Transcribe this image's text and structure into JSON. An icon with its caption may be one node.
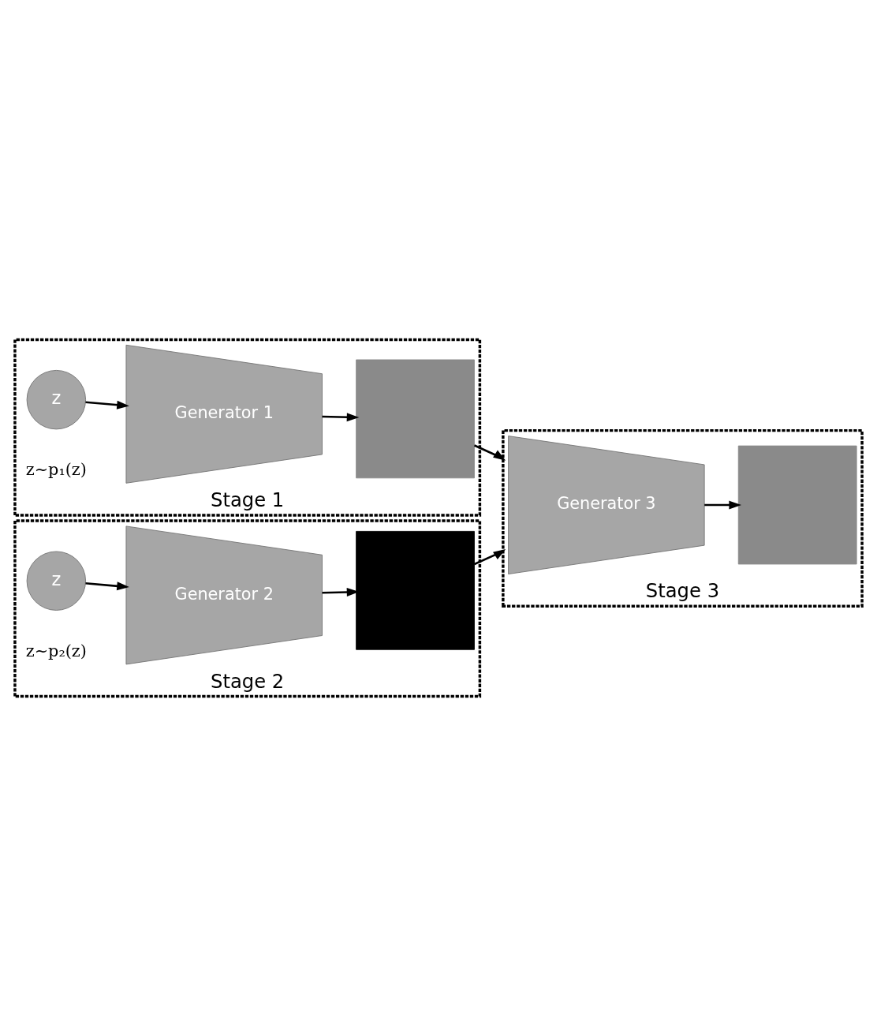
{
  "diagram": {
    "nodes": [
      {
        "text": [
          "Stage 1"
        ]
      },
      {
        "text": [
          "z"
        ],
        "beside": [
          "z∼p₁(z)"
        ],
        "in": 0
      },
      {
        "text": [
          "Generator 1"
        ],
        "in": 0
      },
      {
        "text": [],
        "shape": "box",
        "in": 0
      },
      {
        "text": [
          "Stage 2"
        ]
      },
      {
        "text": [
          "z"
        ],
        "beside": [
          "z∼p₂(z)"
        ],
        "in": 4
      },
      {
        "text": [
          "Generator 2"
        ],
        "in": 4
      },
      {
        "text": [],
        "shape": "box",
        "in": 4
      },
      {
        "text": [
          "Stage 3"
        ]
      },
      {
        "text": [
          "Generator 3"
        ],
        "in": 8
      },
      {
        "text": [],
        "shape": "box",
        "in": 8
      }
    ],
    "edges": [
      {
        "from": 1,
        "to": 2,
        "arrow": "to"
      },
      {
        "from": 2,
        "to": 3,
        "arrow": "to"
      },
      {
        "from": 5,
        "to": 6,
        "arrow": "to"
      },
      {
        "from": 6,
        "to": 7,
        "arrow": "to"
      },
      {
        "from": 3,
        "to": 8,
        "arrow": "to"
      },
      {
        "from": 7,
        "to": 8,
        "arrow": "to"
      },
      {
        "from": 9,
        "to": 10,
        "arrow": "to"
      }
    ]
  }
}
